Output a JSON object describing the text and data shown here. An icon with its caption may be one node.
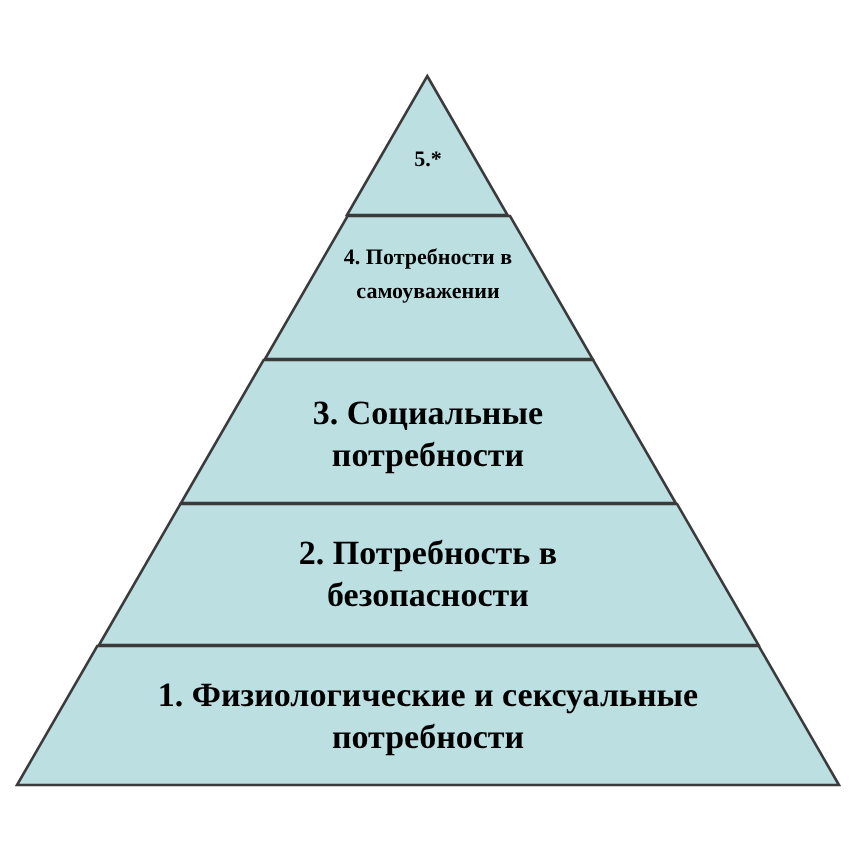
{
  "diagram": {
    "nodes": [
      {
        "text": [
          "5.*"
        ]
      },
      {
        "text": [
          "4. Потребности в самоуважении"
        ]
      },
      {
        "text": [
          "3. Социальные потребности"
        ]
      },
      {
        "text": [
          "2. Потребность в безопасности"
        ]
      },
      {
        "text": [
          "1. Физиологические и сексуальные потребности"
        ]
      }
    ]
  }
}
